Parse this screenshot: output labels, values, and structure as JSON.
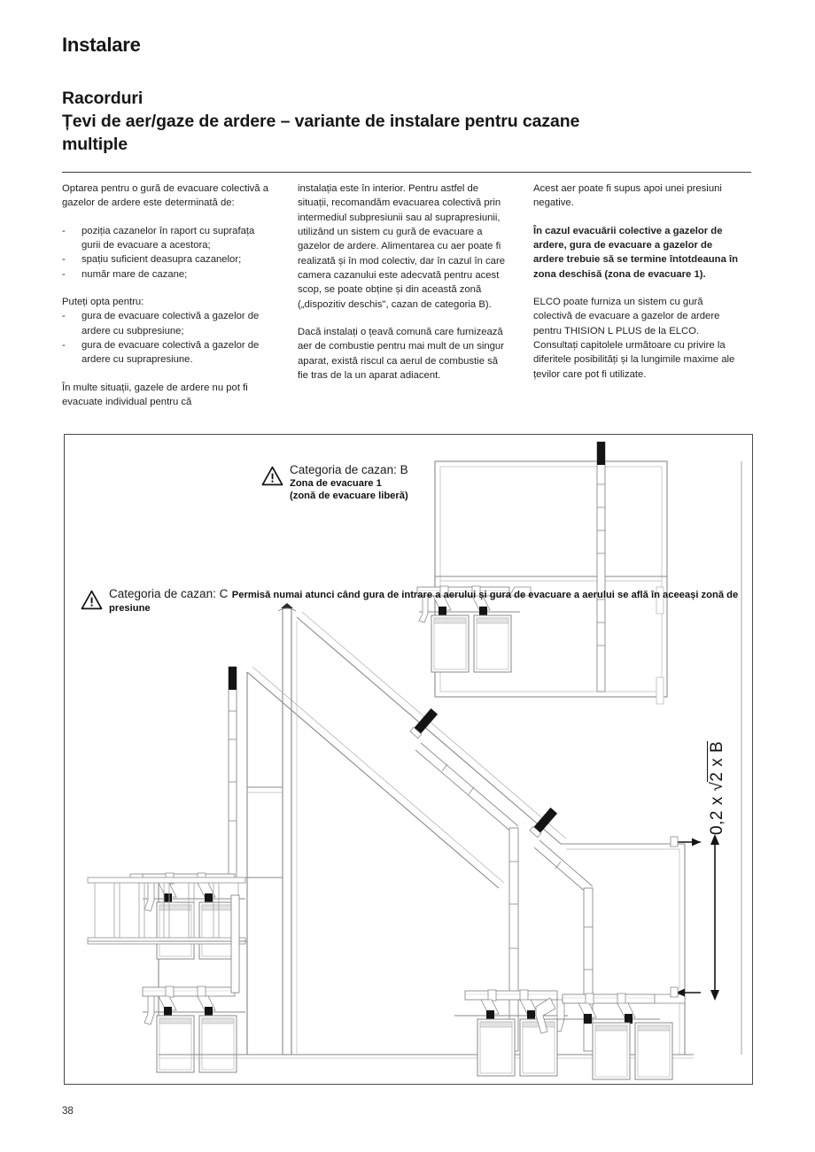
{
  "document": {
    "chapter_title": "Instalare",
    "section_title_line1": "Racorduri",
    "section_title_line2": "Țevi de aer/gaze de ardere – variante de instalare pentru cazane",
    "section_title_line3": "multiple",
    "page_number": "38"
  },
  "columns": {
    "col1": {
      "p1": "Optarea pentru o gură de evacuare colectivă a gazelor de ardere este determinată de:",
      "list1": [
        "poziția cazanelor în raport cu suprafața gurii de evacuare a acestora;",
        "spațiu suficient deasupra cazanelor;",
        "număr mare de cazane;"
      ],
      "p2": "Puteți opta pentru:",
      "list2": [
        "gura de evacuare colectivă a gazelor de ardere cu subpresiune;",
        "gura de evacuare colectivă a gazelor de ardere cu suprapresiune."
      ],
      "p3": "În multe situații, gazele de ardere nu pot fi evacuate individual pentru că"
    },
    "col2": {
      "p1": "instalația este în interior. Pentru astfel de situații, recomandăm evacuarea colectivă prin intermediul subpresiunii sau al suprapresiunii, utilizând un sistem cu gură de evacuare a gazelor de ardere. Alimentarea cu aer poate fi realizată și în mod colectiv, dar în cazul în care camera cazanului este adecvată pentru acest scop, se poate obține și din această zonă („dispozitiv deschis\", cazan de categoria B).",
      "p2": "Dacă instalați o țeavă comună care furnizează aer de combustie pentru mai mult de un singur aparat, există riscul ca aerul de combustie să fie tras de la un aparat adiacent."
    },
    "col3": {
      "p1": "Acest aer poate fi supus apoi unei presiuni negative.",
      "p2": "În cazul evacuării colective a gazelor de ardere, gura de evacuare a gazelor de ardere trebuie să se termine întotdeauna în zona deschisă (zona de evacuare 1).",
      "p3": "ELCO poate furniza un sistem cu gură colectivă de evacuare a gazelor de ardere pentru THISION L PLUS de la ELCO. Consultați capitolele următoare cu privire la diferitele posibilități și la lungimile maxime ale țevilor care pot fi utilizate."
    }
  },
  "figure": {
    "callout_b": {
      "heading": "Categoria de cazan: B",
      "line1": "Zona de evacuare 1",
      "line2": "(zonă de evacuare liberă)"
    },
    "callout_c": {
      "heading": "Categoria de cazan: C",
      "body": "Permisă numai atunci când gura de intrare a aerului și gura de evacuare a aerului se află în aceeași zonă de presiune"
    },
    "dimension_label_prefix": "0,2 x ",
    "dimension_label_radical": "2 x B"
  },
  "colors": {
    "ink": "#1a1a1a",
    "line": "#4a4a4a",
    "drawing_light": "#8e8e8e",
    "drawing_mid": "#6a6a6a",
    "accent_dark": "#111111"
  }
}
